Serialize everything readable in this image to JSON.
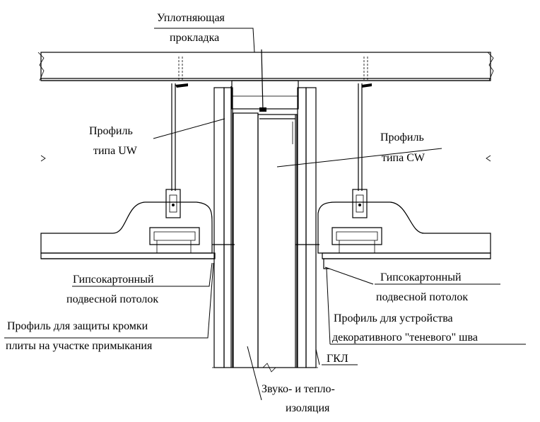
{
  "labels": {
    "gasket_line1": "Уплотняющая",
    "gasket_line2": "прокладка",
    "uw_line1": "Профиль",
    "uw_line2": "типа UW",
    "cw_line1": "Профиль",
    "cw_line2": "типа CW",
    "ceiling_left_line1": "Гипсокартонный",
    "ceiling_left_line2": "подвесной потолок",
    "ceiling_right_line1": "Гипсокартонный",
    "ceiling_right_line2": "подвесной потолок",
    "edge_profile_line1": "Профиль для защиты кромки",
    "edge_profile_line2": "плиты на участке примыкания",
    "shadow_profile_line1": "Профиль для устройства",
    "shadow_profile_line2": "декоративного \"теневого\" шва",
    "gkl": "ГКЛ",
    "insulation_line1": "Звуко- и тепло-",
    "insulation_line2": "изоляция"
  }
}
